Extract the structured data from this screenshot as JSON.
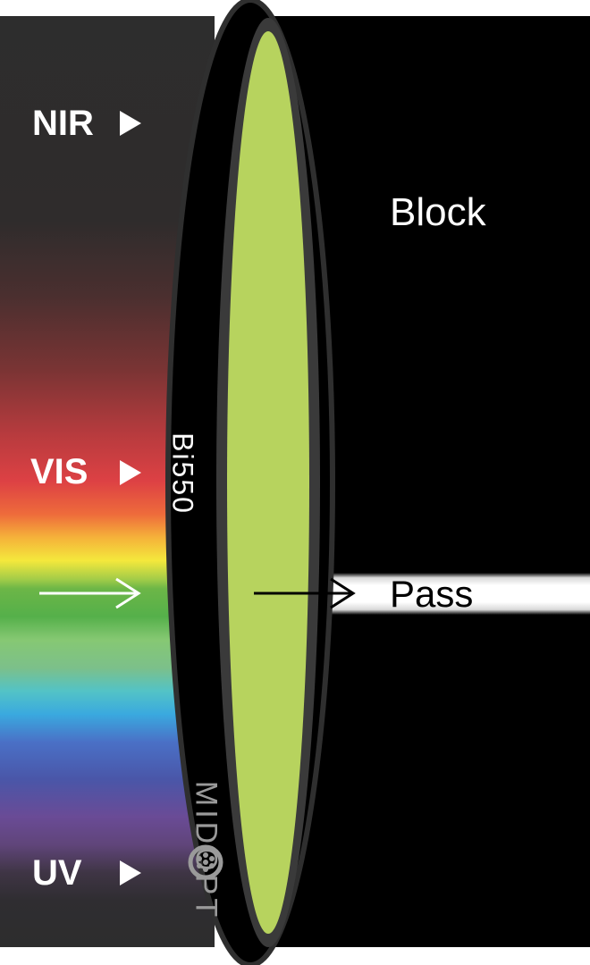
{
  "bands": {
    "nir": "NIR",
    "vis": "VIS",
    "uv": "UV"
  },
  "regions": {
    "block": "Block",
    "pass": "Pass"
  },
  "filter": {
    "model": "Bi550",
    "brand": "MIDOPT",
    "glass_color": "#b7d35e",
    "rim_color": "#000000",
    "rim_edge_color": "#2f2f2f"
  },
  "colors": {
    "background_dark": "#2d2d2d",
    "block": "#000000",
    "pass_beam": "#ffffff",
    "label": "#ffffff",
    "brand_text": "#9a9a9a"
  },
  "icons": {
    "band_marker": "triangle-right-icon",
    "incoming_arrow": "arrow-right-icon",
    "pass_arrow": "arrow-right-icon",
    "brand_logo": "lens-aperture-icon"
  }
}
